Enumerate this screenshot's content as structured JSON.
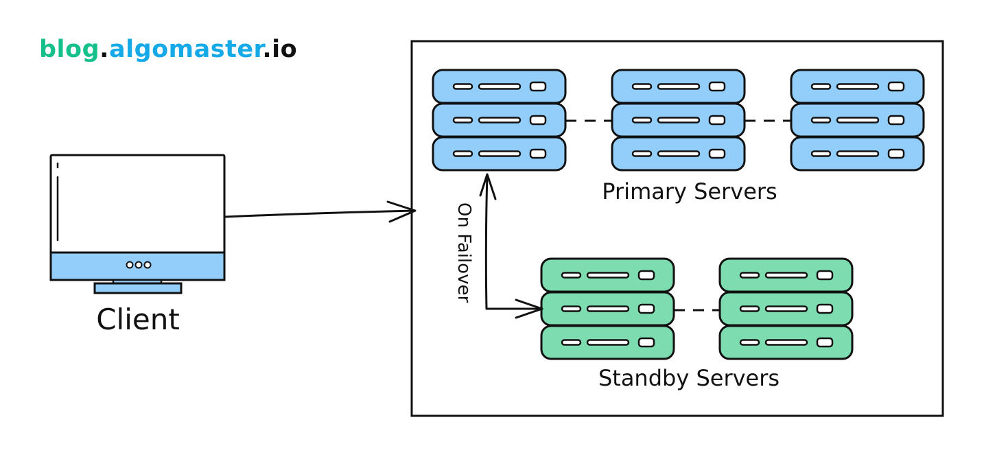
{
  "brand": {
    "part1": "blog",
    "dot1": ".",
    "part2": "algomaster",
    "dot2": ".",
    "part3": "io",
    "colors": {
      "part1": "#16c08a",
      "part2": "#16a9e8",
      "dots": "#111111"
    }
  },
  "client": {
    "label": "Client",
    "icon": "monitor-icon"
  },
  "failover": {
    "label": "On Failover"
  },
  "primary": {
    "label": "Primary Servers",
    "count": 3,
    "fill": "#93cdfa",
    "icon": "server-rack-icon"
  },
  "standby": {
    "label": "Standby Servers",
    "count": 2,
    "fill": "#7ddcb0",
    "icon": "server-rack-icon"
  },
  "colors": {
    "stroke": "#111111",
    "monitor_bar": "#93cdfa"
  }
}
